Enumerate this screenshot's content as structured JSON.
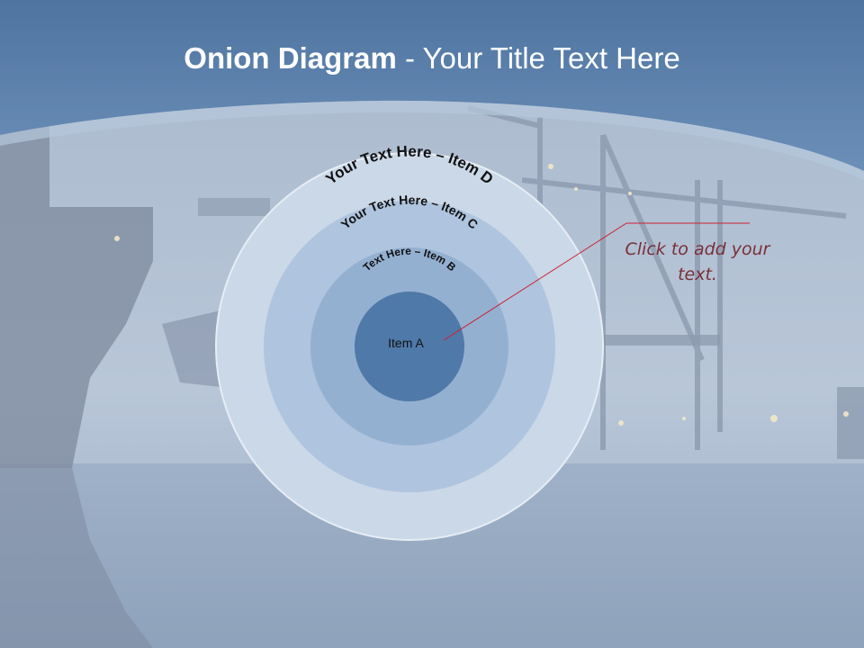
{
  "slide": {
    "title_bold": "Onion Diagram",
    "title_rest": " - Your Title Text Here"
  },
  "diagram": {
    "layers": [
      {
        "id": "A",
        "label": "Item A",
        "fill": "#4f79a8"
      },
      {
        "id": "B",
        "label": "Text Here – Item B",
        "fill": "#94b0d1"
      },
      {
        "id": "C",
        "label": "Your Text Here – Item C",
        "fill": "#afc4de"
      },
      {
        "id": "D",
        "label": "Your Text Here – Item D",
        "fill": "#cbd8e8"
      }
    ],
    "callout_text": "Click  to add your text.",
    "callout_line_color": "#cc2233"
  },
  "colors": {
    "header_band": "#5d82ad",
    "header_band_light": "#7c9ec4",
    "label_color": "#111111"
  }
}
